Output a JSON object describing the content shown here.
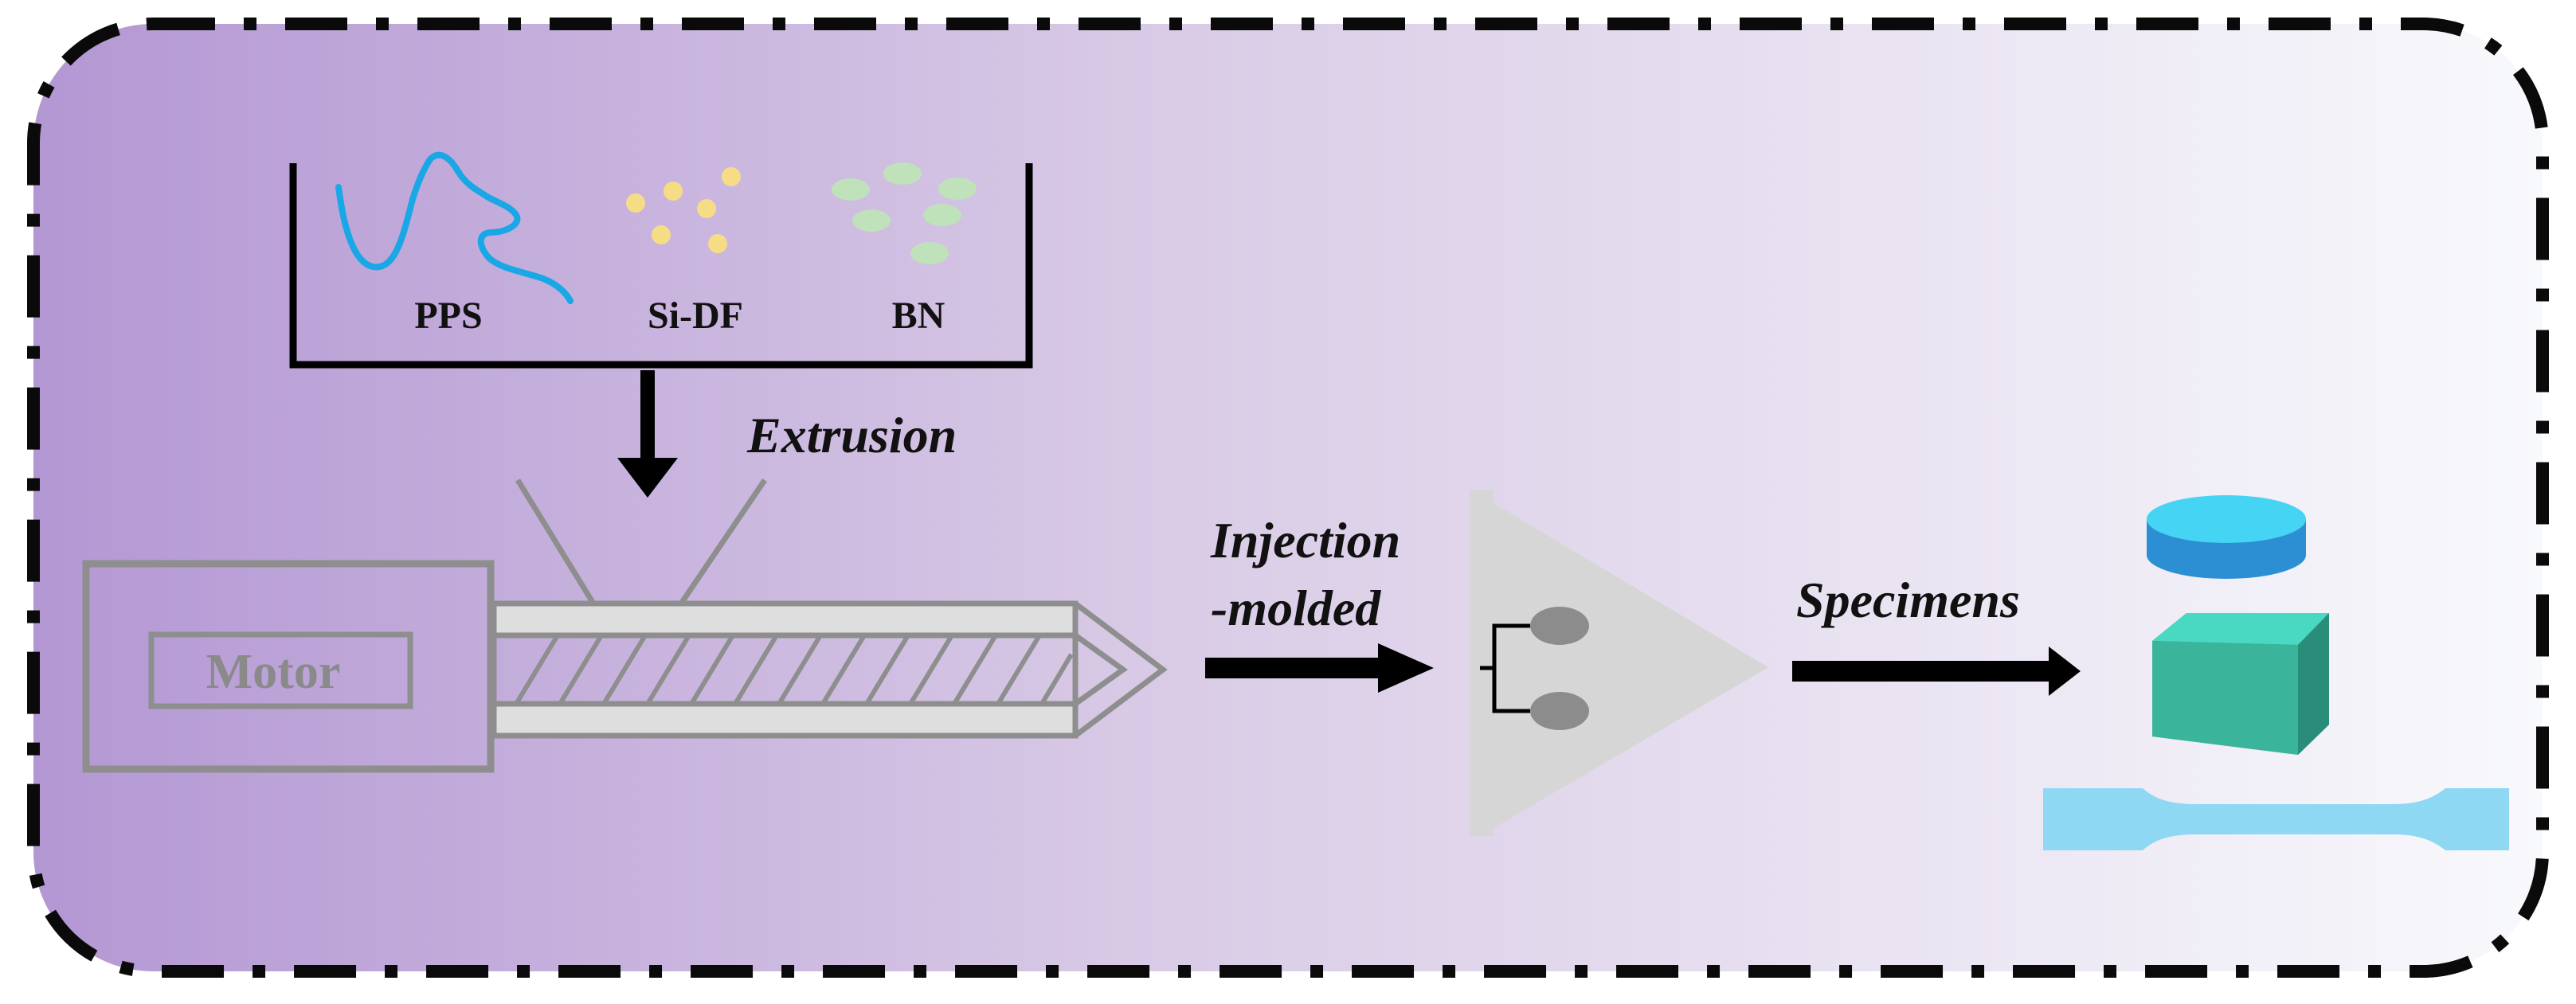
{
  "hopper": {
    "items": [
      {
        "label": "PPS",
        "icon": "polymer-chain-icon",
        "color": "#1aa7e6"
      },
      {
        "label": "Si-DF",
        "icon": "particles-icon",
        "color": "#f7dc86"
      },
      {
        "label": "BN",
        "icon": "flakes-icon",
        "color": "#bfe2ba"
      }
    ]
  },
  "labels": {
    "extrusion": "Extrusion",
    "injection_line1": "Injection",
    "injection_line2": "-molded",
    "specimens": "Specimens",
    "motor": "Motor"
  },
  "colors": {
    "background_left": "#b69ad6",
    "background_right": "#f7f9fc",
    "border": "#0a0a0a",
    "machine": "#8e8e8e",
    "mold": "#d6d6d6",
    "disc_top": "#45d4f4",
    "disc_side": "#2c8fd4",
    "block_front": "#3ab59b",
    "block_top": "#49d8c2",
    "dogbone": "#8fd8f4"
  }
}
